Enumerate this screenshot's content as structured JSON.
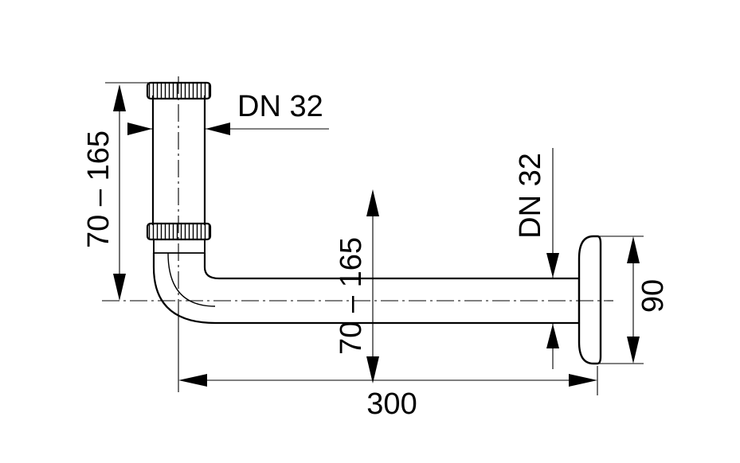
{
  "dimensions": {
    "vertical_left": "70 – 165",
    "pipe_dn_top": "DN 32",
    "vertical_center": "70 – 165",
    "pipe_dn_right": "DN 32",
    "flange_height": "90",
    "horizontal_length": "300"
  }
}
